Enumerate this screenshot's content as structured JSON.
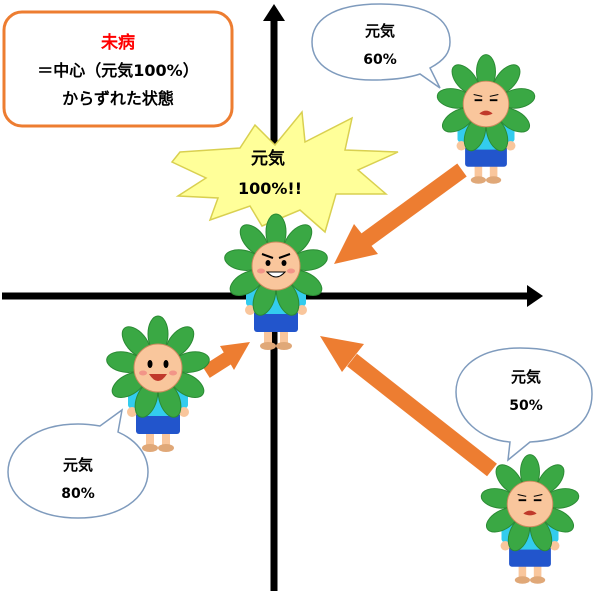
{
  "title_box": {
    "line1": "未病",
    "line2": "＝中心（元気100%）",
    "line3": "からずれた状態",
    "accent_color": "#ff0000",
    "border_color": "#ed7d31"
  },
  "center_burst": {
    "label": "元気",
    "value": "100%!!",
    "fill_color": "#ffff99"
  },
  "bubbles": [
    {
      "label": "元気",
      "value": "60%"
    },
    {
      "label": "元気",
      "value": "50%"
    },
    {
      "label": "元気",
      "value": "80%"
    }
  ],
  "colors": {
    "arrow": "#ed7d31",
    "axis": "#000000",
    "petal": "#3aa844",
    "face": "#f9c69c",
    "shirt": "#33ccee",
    "pants": "#2255cc"
  }
}
